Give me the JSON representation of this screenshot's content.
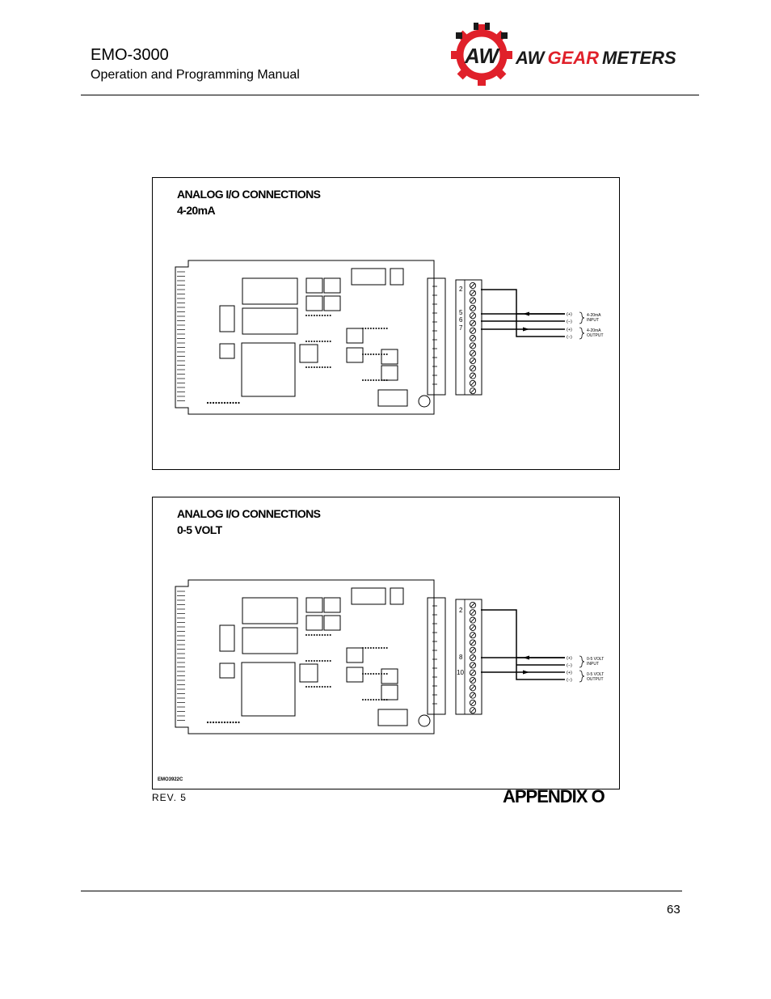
{
  "header": {
    "title": "EMO-3000",
    "subtitle": "Operation and Programming Manual",
    "logo_text_left": "AW",
    "logo_text_mid": "GEAR",
    "logo_text_right": "METERS",
    "logo_colors": {
      "red": "#e0202a",
      "black": "#1a1a1a"
    }
  },
  "panels": [
    {
      "title_line1": "ANALOG I/O CONNECTIONS",
      "title_line2": "4-20mA",
      "terminal_numbers": [
        "2",
        "5",
        "6",
        "7"
      ],
      "signals": [
        {
          "pol": "(+)",
          "group": "4-20mA",
          "sub": "INPUT"
        },
        {
          "pol": "(−)"
        },
        {
          "pol": "(+)",
          "group": "4-20mA",
          "sub": "OUTPUT"
        },
        {
          "pol": "(−)"
        }
      ]
    },
    {
      "title_line1": "ANALOG I/O CONNECTIONS",
      "title_line2": "0-5 VOLT",
      "terminal_numbers": [
        "2",
        "8",
        "10"
      ],
      "signals": [
        {
          "pol": "(+)",
          "group": "0-5 VOLT",
          "sub": "INPUT"
        },
        {
          "pol": "(−)"
        },
        {
          "pol": "(+)",
          "group": "0-5 VOLT",
          "sub": "OUTPUT"
        },
        {
          "pol": "(−)"
        }
      ],
      "drawing_number": "EMO3922C"
    }
  ],
  "footer": {
    "revision": "REV. 5",
    "appendix": "APPENDIX O",
    "page_number": "63"
  }
}
